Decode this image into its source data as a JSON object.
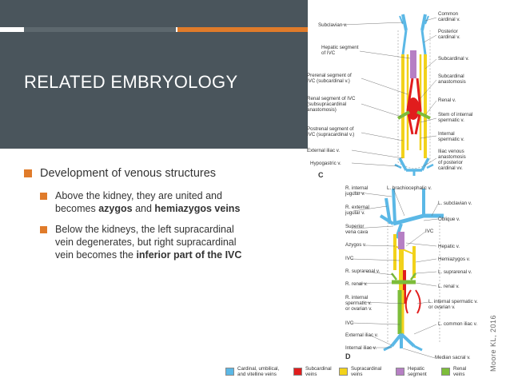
{
  "slide": {
    "title": "RELATED EMBRYOLOGY",
    "credit": "Moore KL, 2016"
  },
  "bullets": {
    "main": "Development of venous structures",
    "sub1": {
      "pre": "Above the kidney, they are united and becomes ",
      "bold1": "azygos",
      "mid": " and ",
      "bold2": "hemiazygos veins"
    },
    "sub2": {
      "pre": "Below the kidneys, the left supracardinal vein degenerates, but right supracardinal vein becomes the ",
      "bold1": "inferior part of the IVC"
    }
  },
  "colors": {
    "title_bg": "#4a555c",
    "accent": "#e07b2a",
    "cardinal": "#5bb8e6",
    "subcardinal": "#e11d1d",
    "supracardinal": "#f2d21b",
    "hepatic": "#b67fc4",
    "renal": "#7dbd3a"
  },
  "figure_c": {
    "letter": "C",
    "labels_left": {
      "subclavian": "Subclavian v.",
      "hepatic_seg": "Hepatic segment\nof IVC",
      "prerenal": "Prerenal segment of\nIVC (subcardinal v.)",
      "renal_seg": "Renal segment of IVC\n(subsupracardinal\nanastomosis)",
      "postrenal": "Postrenal segment of\nIVC (supracardinal v.)",
      "ext_iliac": "External iliac v.",
      "hypogastric": "Hypogastric v."
    },
    "labels_right": {
      "common_cardinal": "Common\ncardinal v.",
      "post_cardinal": "Posterior\ncardinal v.",
      "subcardinal": "Subcardinal v.",
      "subcardinal_anast": "Subcardinal\nanastomosis",
      "renal": "Renal v.",
      "stem_spermatic": "Stem of internal\nspermatic v.",
      "int_spermatic": "Internal\nspermatic v.",
      "iliac_venous": "Iliac venous\nanastomosis\nof posterior\ncardinal vv."
    }
  },
  "figure_d": {
    "letter": "D",
    "labels_left": {
      "r_int_jugular": "R. internal\njugular v.",
      "r_ext_jugular": "R. external\njugular v.",
      "svc": "Superior\nvena cava",
      "azygos": "Azygos v.",
      "ivc_upper": "IVC",
      "r_suprarenal": "R. suprarenal v.",
      "r_renal": "R. renal v.",
      "r_int_spermatic": "R. internal\nspermatic v.\nor ovarian v.",
      "ivc_lower": "IVC",
      "ext_iliac": "External iliac v.",
      "int_iliac": "Internal iliac v."
    },
    "labels_right": {
      "l_brachio": "L. brachiocephalic v.",
      "l_subclavian": "L. subclavian v.",
      "oblique": "Oblique v.",
      "ivc": "IVC",
      "hepatic": "Hepatic v.",
      "hemiazygos": "Hemiazygos v.",
      "l_suprarenal": "L. suprarenal v.",
      "l_renal": "L. renal v.",
      "l_int_spermatic": "L. internal spermatic v.\nor ovarian v.",
      "l_common_iliac": "L. common iliac v.",
      "median_sacral": "Median sacral v."
    }
  },
  "legend": [
    {
      "label": "Cardinal, umbilical,\nand vitelline veins",
      "color": "#5bb8e6"
    },
    {
      "label": "Subcardinal\nveins",
      "color": "#e11d1d"
    },
    {
      "label": "Supracardinal\nveins",
      "color": "#f2d21b"
    },
    {
      "label": "Hepatic\nsegment",
      "color": "#b67fc4"
    },
    {
      "label": "Renal\nveins",
      "color": "#7dbd3a"
    }
  ]
}
